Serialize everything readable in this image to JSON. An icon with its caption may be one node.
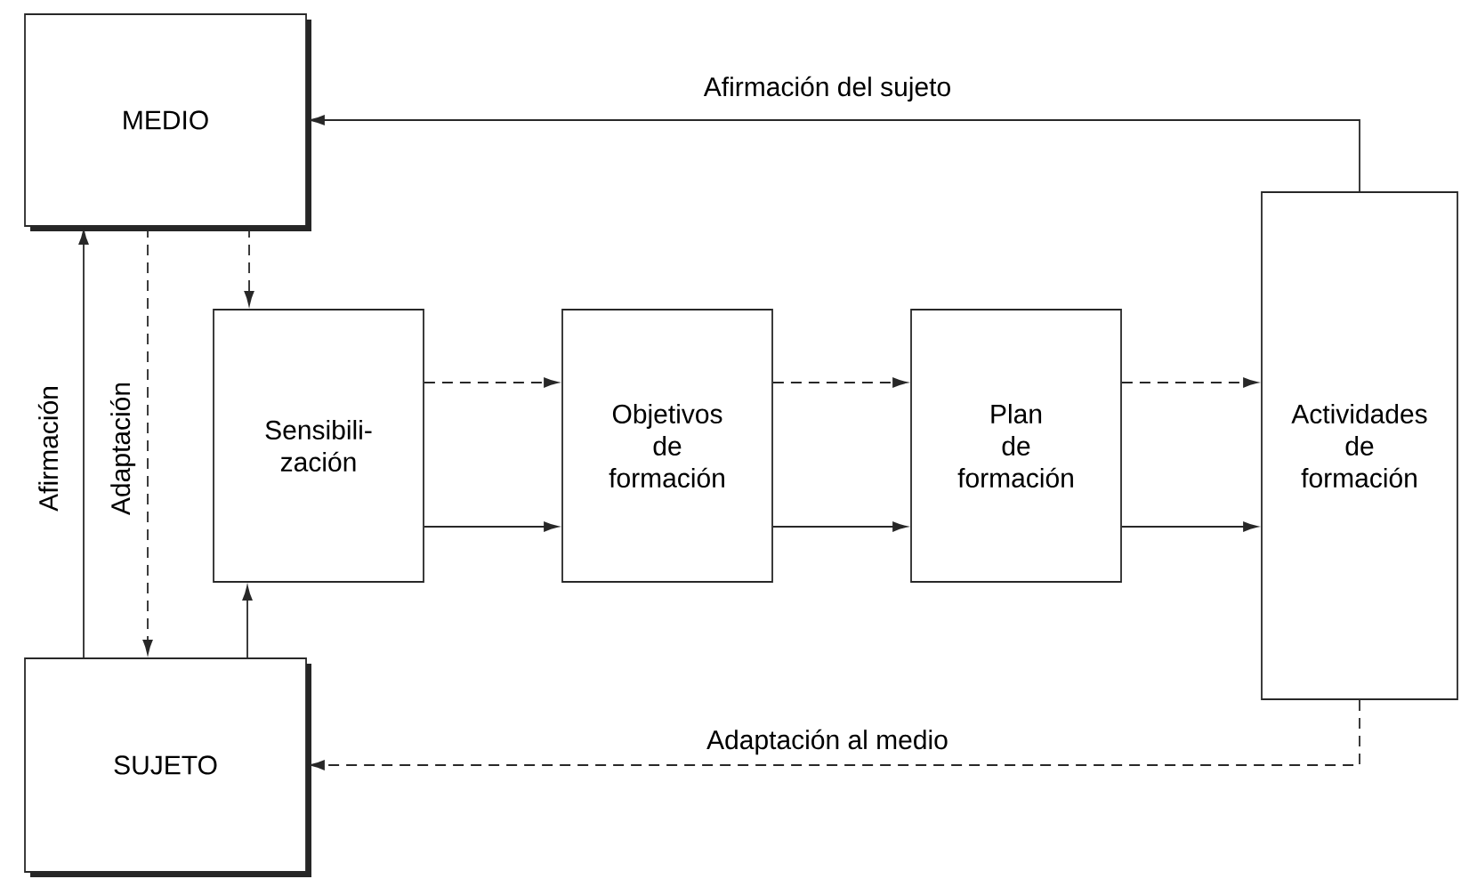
{
  "diagram": {
    "nodes": [
      {
        "text": [
          "MEDIO"
        ]
      },
      {
        "text": [
          "SUJETO"
        ]
      },
      {
        "text": [
          "Sensibili- zación"
        ]
      },
      {
        "text": [
          "Objetivos de formación"
        ]
      },
      {
        "text": [
          "Plan de formación"
        ]
      },
      {
        "text": [
          "Actividades de formación"
        ]
      }
    ],
    "edges": [
      {
        "from": 5,
        "to": 0,
        "arrow": "to",
        "label": "Afirmación del sujeto"
      },
      {
        "from": 1,
        "to": 0,
        "arrow": "to",
        "label": "Afirmación"
      },
      {
        "from": 0,
        "to": 1,
        "arrow": "to",
        "style": "dashed",
        "label": "Adaptación"
      },
      {
        "from": 0,
        "to": 2,
        "arrow": "to",
        "style": "dashed"
      },
      {
        "from": 1,
        "to": 2,
        "arrow": "to"
      },
      {
        "from": 2,
        "to": 3,
        "arrow": "to",
        "style": "dashed"
      },
      {
        "from": 2,
        "to": 3,
        "arrow": "to"
      },
      {
        "from": 3,
        "to": 4,
        "arrow": "to",
        "style": "dashed"
      },
      {
        "from": 3,
        "to": 4,
        "arrow": "to"
      },
      {
        "from": 4,
        "to": 5,
        "arrow": "to",
        "style": "dashed"
      },
      {
        "from": 4,
        "to": 5,
        "arrow": "to"
      },
      {
        "from": 5,
        "to": 1,
        "arrow": "to",
        "style": "dashed",
        "label": "Adaptación al medio"
      }
    ]
  }
}
